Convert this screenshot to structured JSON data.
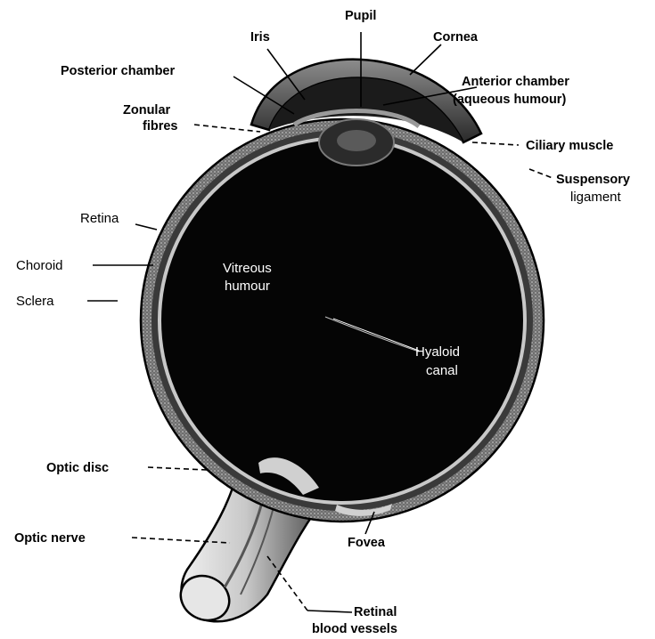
{
  "labels": {
    "pupil": "Pupil",
    "iris": "Iris",
    "cornea": "Cornea",
    "posterior_chamber": "Posterior chamber",
    "anterior_chamber_1": "Anterior chamber",
    "anterior_chamber_2": "(aqueous humour)",
    "zonular_fibres_1": "Zonular",
    "zonular_fibres_2": "fibres",
    "ciliary_muscle": "Ciliary muscle",
    "suspensory_ligament_1": "Suspensory",
    "suspensory_ligament_2": "ligament",
    "retina": "Retina",
    "choroid": "Choroid",
    "sclera": "Sclera",
    "vitreous_humour_1": "Vitreous",
    "vitreous_humour_2": "humour",
    "hyaloid_canal_1": "Hyaloid",
    "hyaloid_canal_2": "canal",
    "optic_disc": "Optic disc",
    "optic_nerve": "Optic nerve",
    "fovea": "Fovea",
    "retinal_vessels_1": "Retinal",
    "retinal_vessels_2": "blood vessels"
  },
  "colors": {
    "eyeball": "#050505",
    "sclera_band": "#8a8a8a",
    "nerve_light": "#d9d9d9",
    "background": "#ffffff"
  }
}
